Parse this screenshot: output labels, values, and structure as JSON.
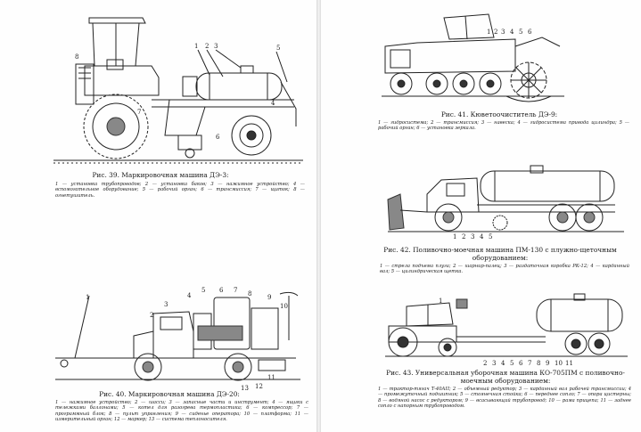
{
  "fig39": {
    "caption": "Рис. 39. Маркировочная машина ДЭ-3:",
    "legend": "1 — установка трубопроводов; 2 — установка баков; 3 — нажимное устройство; 4 — вспомогательное оборудование; 5 — рабочий орган; 6 — трансмиссия; 7 — щиток; 8 — огнетушитель.",
    "callouts": [
      "8",
      "7",
      "1",
      "2",
      "3",
      "4",
      "5",
      "6"
    ]
  },
  "fig40": {
    "caption": "Рис. 40. Маркировочная машина ДЭ-20:",
    "legend": "1 — нажимное устройство; 2 — шасси; 3 — запасные части и инструмент; 4 — ящики с тележками баллонами; 5 — котел для разогрева термопластика; 6 — компрессор; 7 — программный блок; 8 — пульт управления; 9 — сиденье оператора; 10 — платформа; 11 — измерительный орган; 12 — маркер; 13 — система теплоносителя.",
    "callouts": [
      "1",
      "2",
      "3",
      "4",
      "5",
      "6",
      "7",
      "8",
      "9",
      "10",
      "11",
      "12",
      "13"
    ]
  },
  "fig41": {
    "caption": "Рис. 41. Кюветоочиститель ДЭ-9:",
    "legend": "1 — гидросистема; 2 — трансмиссия; 3 — навеска; 4 — гидросистема привода цилиндра; 5 — рабочий орган; 6 — установка зеркала.",
    "callouts": [
      "1",
      "2",
      "3",
      "4",
      "5",
      "6"
    ]
  },
  "fig42": {
    "caption": "Рис. 42. Поливочно-моечная машина ПМ-130 с плужно-щеточным оборудованием:",
    "legend": "1 — стрела подъема плуга; 2 — шарнир-палец; 3 — раздаточная коробка РК-12; 4 — карданный вал; 5 — цилиндрическая щетка.",
    "callouts": [
      "1",
      "2",
      "3",
      "4",
      "5"
    ]
  },
  "fig43": {
    "caption": "Рис. 43. Универсальная уборочная машина КО-705ПМ с поливочно-моечным оборудованием:",
    "legend": "1 — трактор-тягач Т-40АП; 2 — объемный редуктор; 3 — карданный вал рабочей трансмиссии; 4 — промежуточный подшипник; 5 — стоянечная стойка; 6 — переднее сопло; 7 — опора цистерны; 8 — водяной насос с редуктором; 9 — всасывающий трубопровод; 10 — рама прицепа; 11 — заднее сопло с напорным трубопроводом.",
    "callouts": [
      "1",
      "2",
      "3",
      "4",
      "5",
      "6",
      "7",
      "8",
      "9",
      "10",
      "11"
    ]
  }
}
